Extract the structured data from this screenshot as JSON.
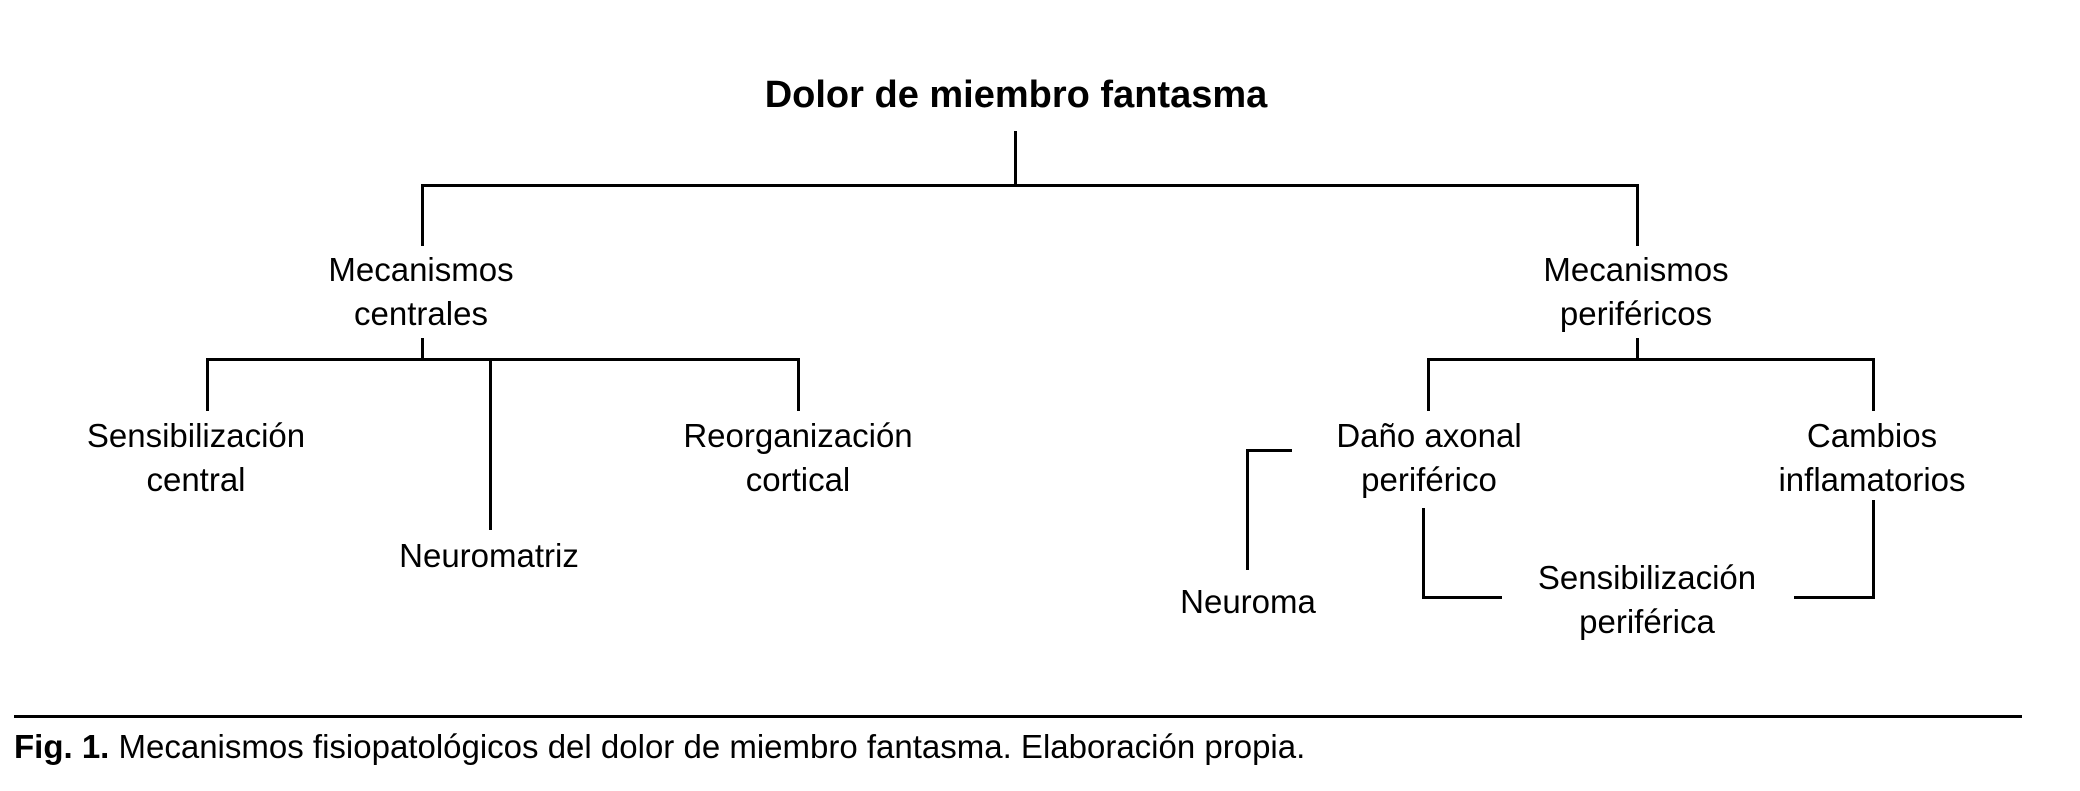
{
  "diagram": {
    "title": "Dolor de miembro fantasma",
    "nodes": {
      "mecanismos_centrales": {
        "line1": "Mecanismos",
        "line2": "centrales"
      },
      "mecanismos_perifericos": {
        "line1": "Mecanismos",
        "line2": "periféricos"
      },
      "sensibilizacion_central": {
        "line1": "Sensibilización",
        "line2": "central"
      },
      "neuromatriz": {
        "line1": "Neuromatriz"
      },
      "reorganizacion_cortical": {
        "line1": "Reorganización",
        "line2": "cortical"
      },
      "dano_axonal_periferico": {
        "line1": "Daño axonal",
        "line2": "periférico"
      },
      "cambios_inflamatorios": {
        "line1": "Cambios",
        "line2": "inflamatorios"
      },
      "neuroma": {
        "line1": "Neuroma"
      },
      "sensibilizacion_periferica": {
        "line1": "Sensibilización",
        "line2": "periférica"
      }
    },
    "colors": {
      "line": "#000000",
      "text": "#000000",
      "background": "#ffffff"
    }
  },
  "caption": {
    "label": "Fig. 1.",
    "text": " Mecanismos fisiopatológicos del dolor de miembro fantasma. Elaboración propia."
  }
}
